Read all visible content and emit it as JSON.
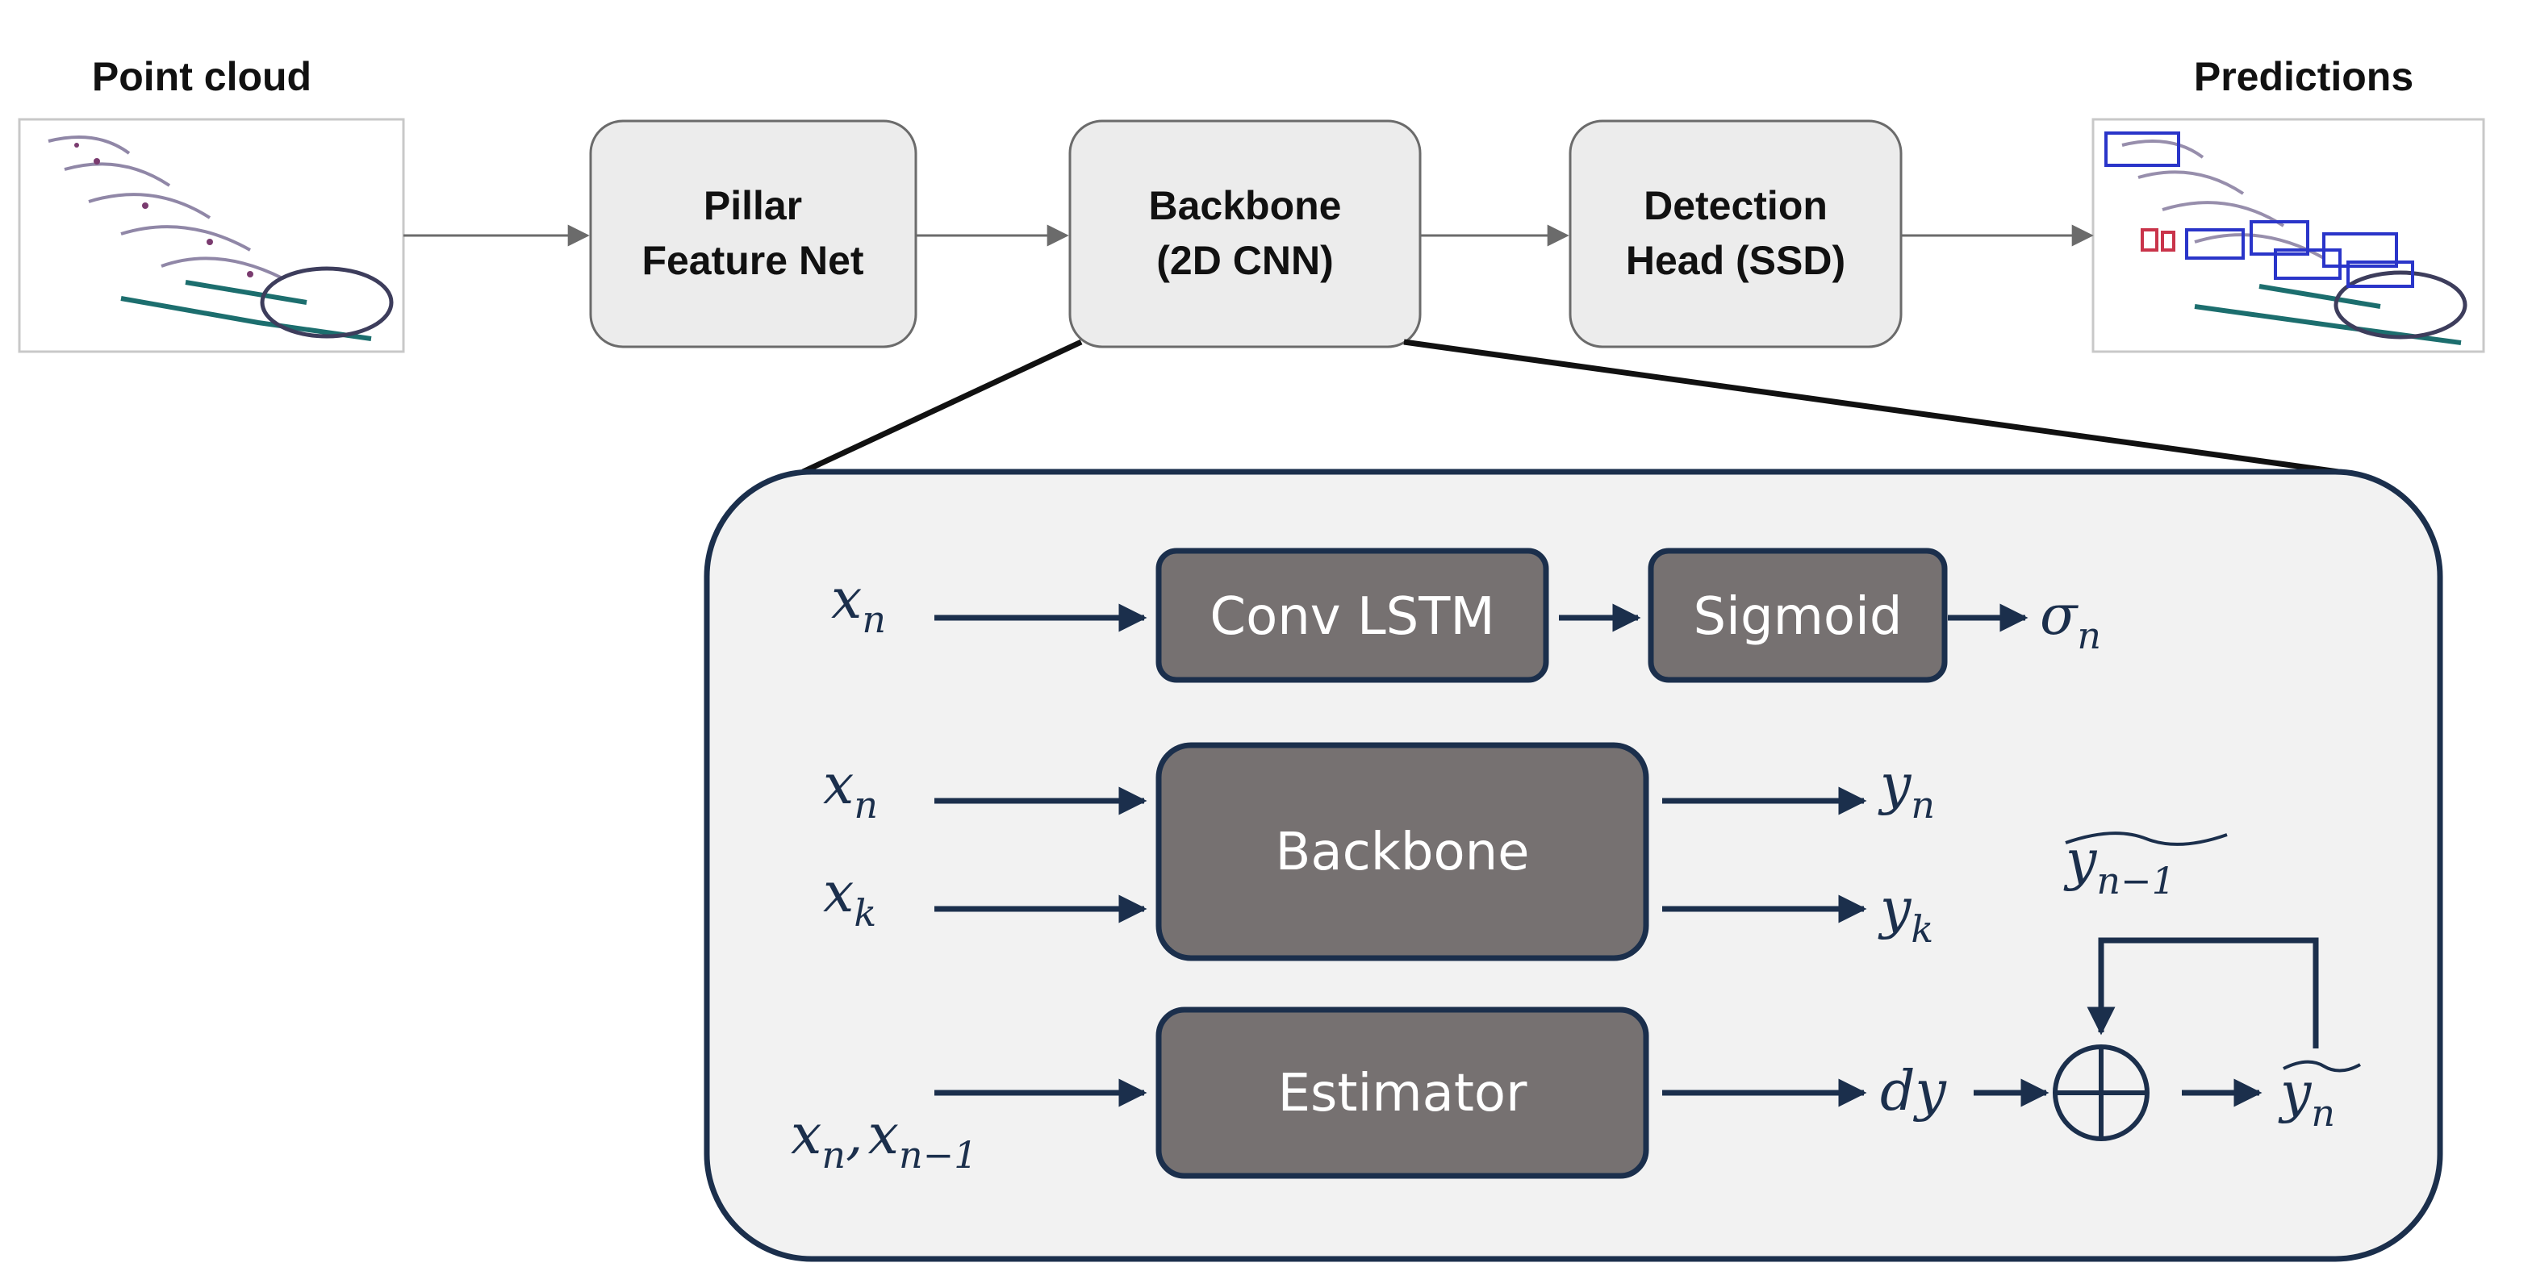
{
  "top_pipeline": {
    "input_label": "Point cloud",
    "output_label": "Predictions",
    "blocks": [
      {
        "line1": "Pillar",
        "line2": "Feature Net"
      },
      {
        "line1": "Backbone",
        "line2": "(2D CNN)"
      },
      {
        "line1": "Detection",
        "line2": "Head (SSD)"
      }
    ]
  },
  "detail": {
    "conv_lstm": "Conv LSTM",
    "sigmoid": "Sigmoid",
    "backbone": "Backbone",
    "estimator": "Estimator",
    "math": {
      "row1_input": "x",
      "row1_input_sub": "n",
      "row1_output": "σ",
      "row1_output_sub": "n",
      "row2_input_a": "x",
      "row2_input_a_sub": "n",
      "row2_input_b": "x",
      "row2_input_b_sub": "k",
      "row2_output_a": "y",
      "row2_output_a_sub": "n",
      "row2_output_b": "y",
      "row2_output_b_sub": "k",
      "row3_input_1": "x",
      "row3_input_1_sub": "n",
      "row3_input_sep": ",",
      "row3_input_2": "x",
      "row3_input_2_sub": "n−1",
      "row3_delta": "dy",
      "feedback": "y",
      "feedback_sub": "n−1",
      "row3_output": "y",
      "row3_output_sub": "n"
    }
  },
  "colors": {
    "block_fill": "#ececec",
    "block_stroke": "#6b6b6b",
    "dark_block": "#767171",
    "navy": "#1b2f4c",
    "panel_fill": "#f2f2f2"
  }
}
